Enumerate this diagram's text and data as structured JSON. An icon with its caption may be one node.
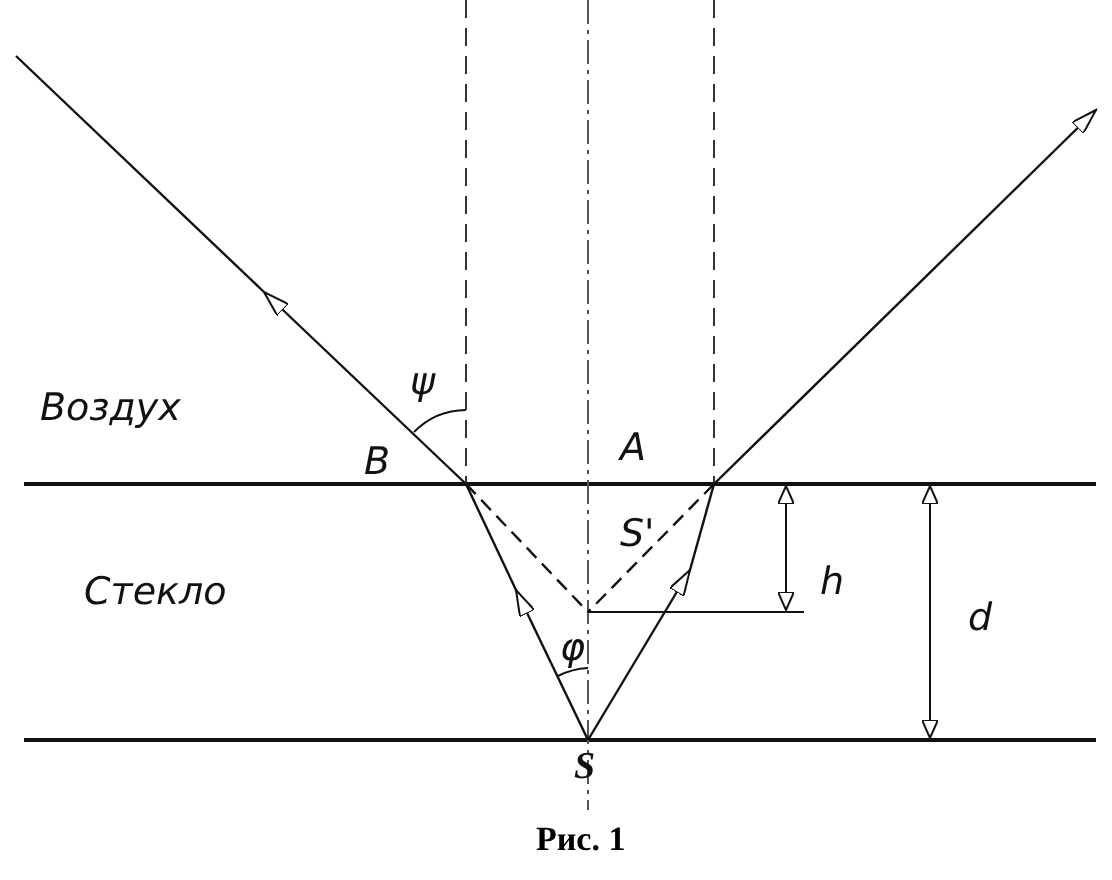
{
  "diagram": {
    "caption": "Рис. 1",
    "labels": [
      "Воздух",
      "ψ",
      "B",
      "A",
      "S'",
      "h",
      "Стекло",
      "d",
      "φ",
      "S"
    ]
  }
}
